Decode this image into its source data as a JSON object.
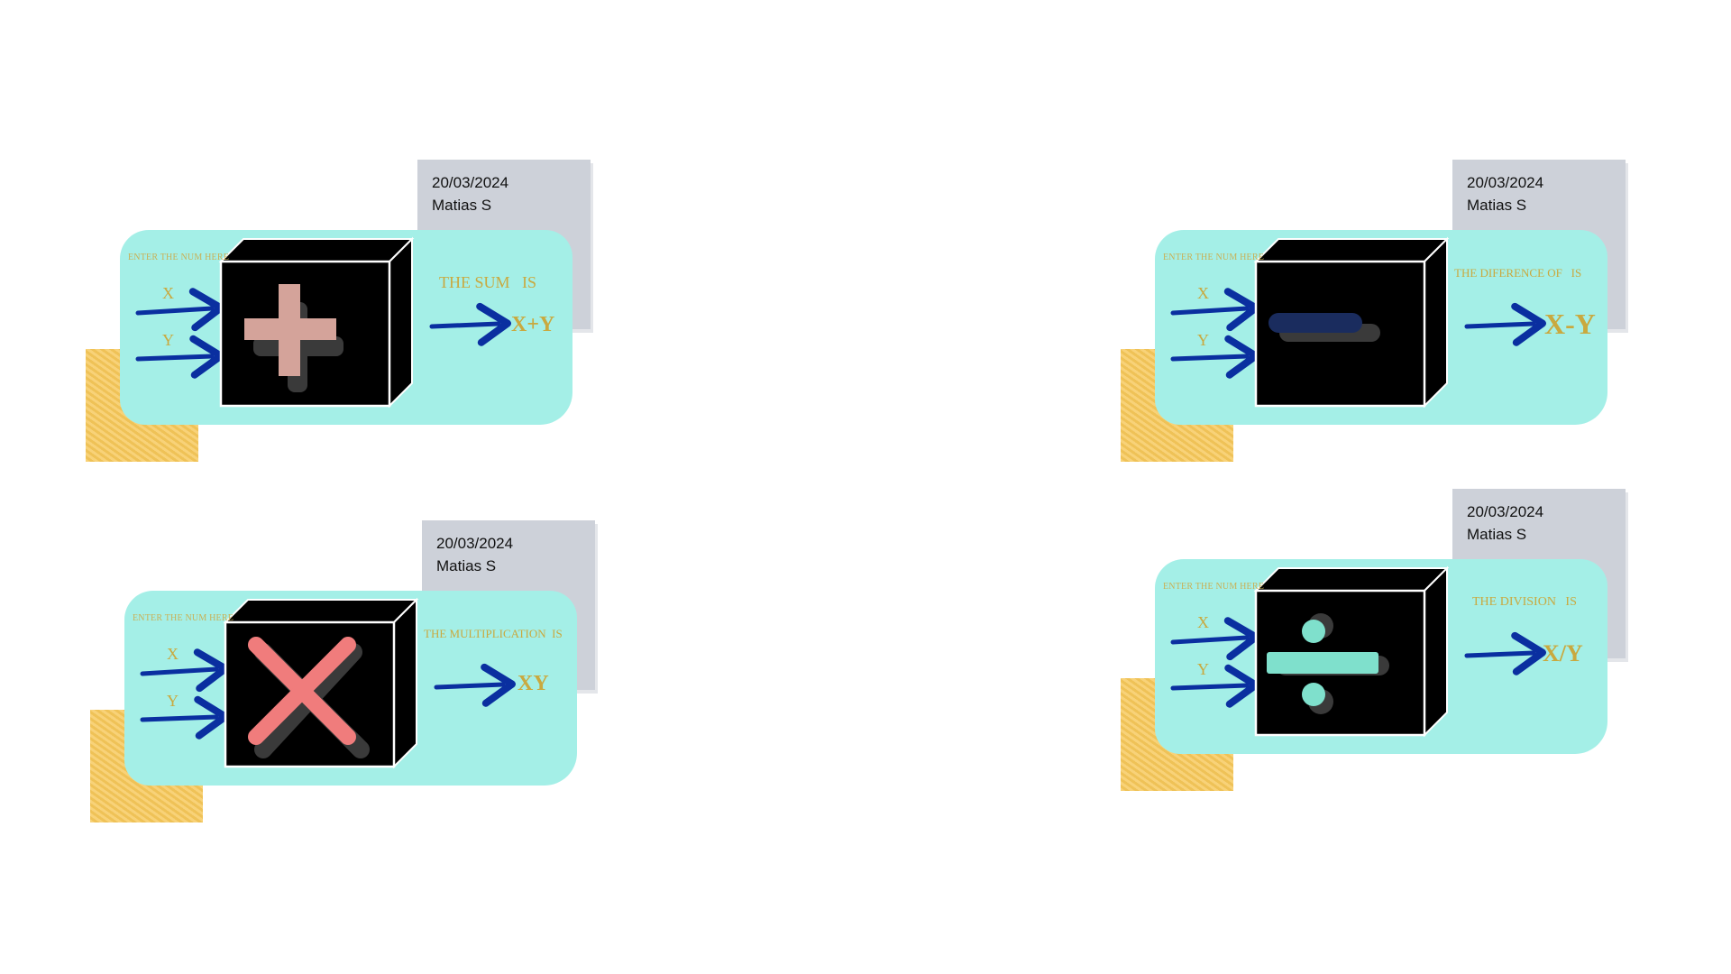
{
  "colors": {
    "panel": "#a4efe7",
    "sticky": "#f7c85a",
    "note": "#cdd1d9",
    "arrow": "#0a2fa0",
    "label_gold": "#c9a93f",
    "plus": "#d4a39a",
    "minus": "#1a2c5e",
    "times": "#f07c7c",
    "divide": "#7fe0cc"
  },
  "cards": [
    {
      "note": {
        "date": "20/03/2024",
        "author": "Matias S"
      },
      "hint": "ENTER THE NUM HERE",
      "inputs": [
        "X",
        "Y"
      ],
      "operator_icon": "plus-icon",
      "result_label": "THE SUM   IS",
      "result_value": "X+Y"
    },
    {
      "note": {
        "date": "20/03/2024",
        "author": "Matias S"
      },
      "hint": "ENTER THE NUM HERE",
      "inputs": [
        "X",
        "Y"
      ],
      "operator_icon": "minus-icon",
      "result_label": "THE DIFERENCE OF   IS",
      "result_value": "X-Y"
    },
    {
      "note": {
        "date": "20/03/2024",
        "author": "Matias S"
      },
      "hint": "ENTER THE NUM HERE",
      "inputs": [
        "X",
        "Y"
      ],
      "operator_icon": "multiply-icon",
      "result_label": "THE MULTIPLICATION  IS",
      "result_value": "XY"
    },
    {
      "note": {
        "date": "20/03/2024",
        "author": "Matias S"
      },
      "hint": "ENTER THE NUM HERE",
      "inputs": [
        "X",
        "Y"
      ],
      "operator_icon": "divide-icon",
      "result_label": "THE DIVISION   IS",
      "result_value": "X/Y"
    }
  ]
}
